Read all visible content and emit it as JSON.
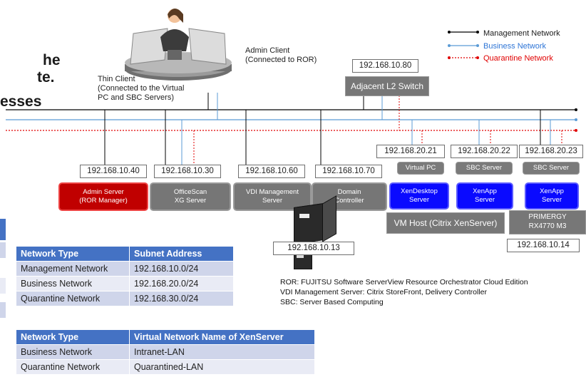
{
  "cut_text": [
    "he",
    "te.",
    "esses"
  ],
  "legend": [
    {
      "label": "Management Network",
      "color": "#000000",
      "text_color": "#1a1a1a"
    },
    {
      "label": "Business Network",
      "color": "#5b9bd5",
      "text_color": "#2e75d6"
    },
    {
      "label": "Quarantine Network",
      "color": "#e00000",
      "text_color": "#e00000"
    }
  ],
  "admin_client": {
    "line1": "Admin Client",
    "line2": "(Connected to ROR)"
  },
  "thin_client": {
    "line1": "Thin Client",
    "line2": "(Connected to the Virtual",
    "line3": "PC and SBC Servers)"
  },
  "switch": {
    "ip": "192.168.10.80",
    "label": "Adjacent L2 Switch"
  },
  "nodes": [
    {
      "ip": "192.168.10.40",
      "line1": "Admin Server",
      "line2": "(ROR Manager)"
    },
    {
      "ip": "192.168.10.30",
      "line1": "OfficeScan",
      "line2": "XG Server"
    },
    {
      "ip": "192.168.10.60",
      "line1": "VDI Management",
      "line2": "Server"
    },
    {
      "ip": "192.168.10.70",
      "line1": "Domain",
      "line2": "Controller"
    }
  ],
  "right_nodes": [
    {
      "ip": "192.168.20.21",
      "tag": "Virtual PC",
      "line1": "XenDesktop",
      "line2": "Server"
    },
    {
      "ip": "192.168.20.22",
      "tag": "SBC Server",
      "line1": "XenApp",
      "line2": "Server"
    },
    {
      "ip": "192.168.20.23",
      "tag": "SBC Server",
      "line1": "XenApp",
      "line2": "Server"
    }
  ],
  "vm_host": "VM Host (Citrix XenServer)",
  "primergy": {
    "line1": "PRIMERGY",
    "line2": "RX4770 M3"
  },
  "ip_10_13": "192.168.10.13",
  "ip_10_14": "192.168.10.14",
  "table1": {
    "headers": [
      "Network Type",
      "Subnet Address"
    ],
    "rows": [
      [
        "Management Network",
        "192.168.10.0/24"
      ],
      [
        "Business Network",
        "192.168.20.0/24"
      ],
      [
        "Quarantine Network",
        "192.168.30.0/24"
      ]
    ]
  },
  "table2": {
    "headers": [
      "Network Type",
      "Virtual Network Name of XenServer"
    ],
    "rows": [
      [
        "Business Network",
        "Intranet-LAN"
      ],
      [
        "Quarantine Network",
        "Quarantined-LAN"
      ]
    ]
  },
  "notes": [
    "ROR: FUJITSU Software ServerView Resource Orchestrator Cloud Edition",
    "VDI Management Server: Citrix StoreFront, Delivery Controller",
    "SBC: Server Based Computing"
  ],
  "colors": {
    "management": "#000000",
    "business": "#5b9bd5",
    "quarantine": "#e00000",
    "table_header": "#4472c4"
  }
}
